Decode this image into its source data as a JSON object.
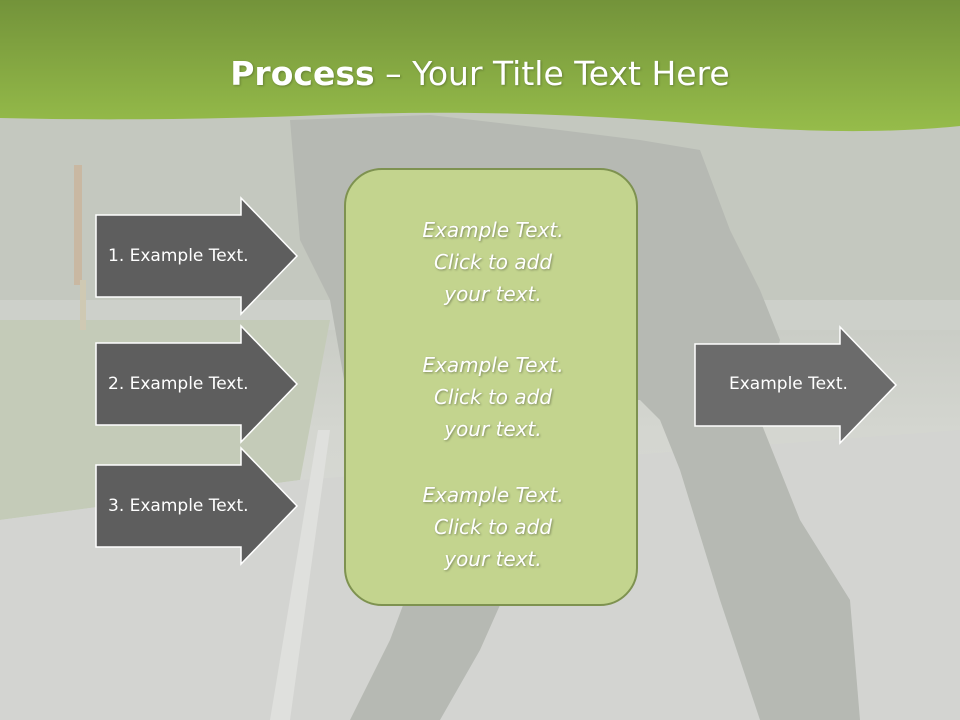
{
  "slide": {
    "title_bold": "Process",
    "title_rest": " – Your Title Text Here",
    "accent_color": "#8cb443",
    "arrow_color": "#5e5e5e"
  },
  "left_arrows": [
    {
      "label": "1. Example Text."
    },
    {
      "label": "2. Example Text."
    },
    {
      "label": "3. Example Text."
    }
  ],
  "center_panel": {
    "blocks": [
      {
        "lines": [
          "Example Text.",
          "Click  to add",
          "your text."
        ]
      },
      {
        "lines": [
          "Example Text.",
          "Click  to add",
          "your text."
        ]
      },
      {
        "lines": [
          "Example Text.",
          "Click  to add",
          "your text."
        ]
      }
    ]
  },
  "right_arrow": {
    "label": "Example Text."
  }
}
